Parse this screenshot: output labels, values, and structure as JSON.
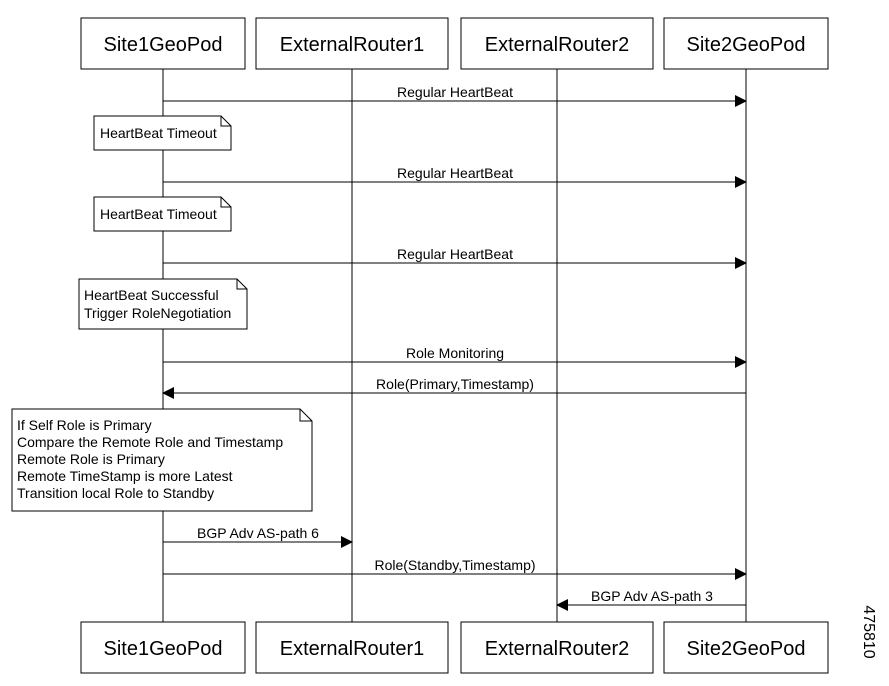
{
  "participants": [
    {
      "id": "site1",
      "label": "Site1GeoPod"
    },
    {
      "id": "ext1",
      "label": "ExternalRouter1"
    },
    {
      "id": "ext2",
      "label": "ExternalRouter2"
    },
    {
      "id": "site2",
      "label": "Site2GeoPod"
    }
  ],
  "messages": [
    {
      "from": "site1",
      "to": "site2",
      "label": "Regular HeartBeat"
    },
    {
      "from": "site1",
      "to": "site2",
      "label": "Regular HeartBeat"
    },
    {
      "from": "site1",
      "to": "site2",
      "label": "Regular HeartBeat"
    },
    {
      "from": "site1",
      "to": "site2",
      "label": "Role Monitoring"
    },
    {
      "from": "site2",
      "to": "site1",
      "label": "Role(Primary,Timestamp)"
    },
    {
      "from": "site1",
      "to": "ext1",
      "label": "BGP Adv AS-path 6"
    },
    {
      "from": "site1",
      "to": "site2",
      "label": "Role(Standby,Timestamp)"
    },
    {
      "from": "site2",
      "to": "ext2",
      "label": "BGP Adv AS-path 3"
    }
  ],
  "notes": [
    {
      "lines": [
        "HeartBeat Timeout"
      ]
    },
    {
      "lines": [
        "HeartBeat Timeout"
      ]
    },
    {
      "lines": [
        "HeartBeat Successful",
        "Trigger RoleNegotiation"
      ]
    },
    {
      "lines": [
        "If Self Role is Primary",
        "Compare the Remote Role and Timestamp",
        "Remote Role is Primary",
        "Remote TimeStamp is more Latest",
        "Transition local Role to Standby"
      ]
    }
  ],
  "figure_id": "475810"
}
